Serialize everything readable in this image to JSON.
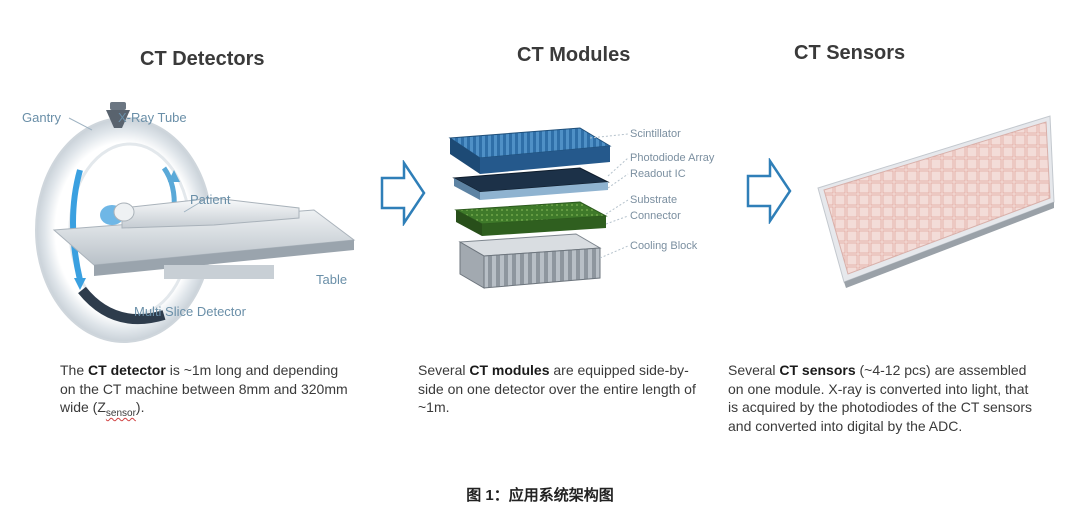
{
  "headings": {
    "detectors": "CT Detectors",
    "modules": "CT Modules",
    "sensors": "CT Sensors"
  },
  "detector_labels": {
    "gantry": "Gantry",
    "xray_tube": "X-Ray Tube",
    "patient": "Patient",
    "table": "Table",
    "multi_slice": "Multi Slice Detector"
  },
  "module_layers": [
    "Scintillator",
    "Photodiode Array",
    "Readout IC",
    "Substrate",
    "Connector",
    "Cooling Block"
  ],
  "descriptions": {
    "detectors": {
      "t1": "The ",
      "b1": "CT detector",
      "t2": " is ~1m long and depending on the CT machine between 8mm and 320mm wide (Z",
      "sub": "sensor",
      "t3": ")."
    },
    "modules": {
      "t1": "Several ",
      "b1": "CT modules",
      "t2": " are equipped side-by-side on one detector over the entire length of ~1m."
    },
    "sensors": {
      "t1": "Several ",
      "b1": "CT sensors",
      "t2": " (~4-12 pcs) are assembled on one module. X-ray is converted into light, that is acquired by the photodiodes of the CT sensors and converted into digital by the ADC."
    }
  },
  "caption": "图 1：应用系统架构图",
  "colors": {
    "arrow": "#2f7fb8",
    "module_blue": "#2f6fa8",
    "module_green": "#3f7a2a",
    "sensor_pink": "#f3dcd8"
  }
}
